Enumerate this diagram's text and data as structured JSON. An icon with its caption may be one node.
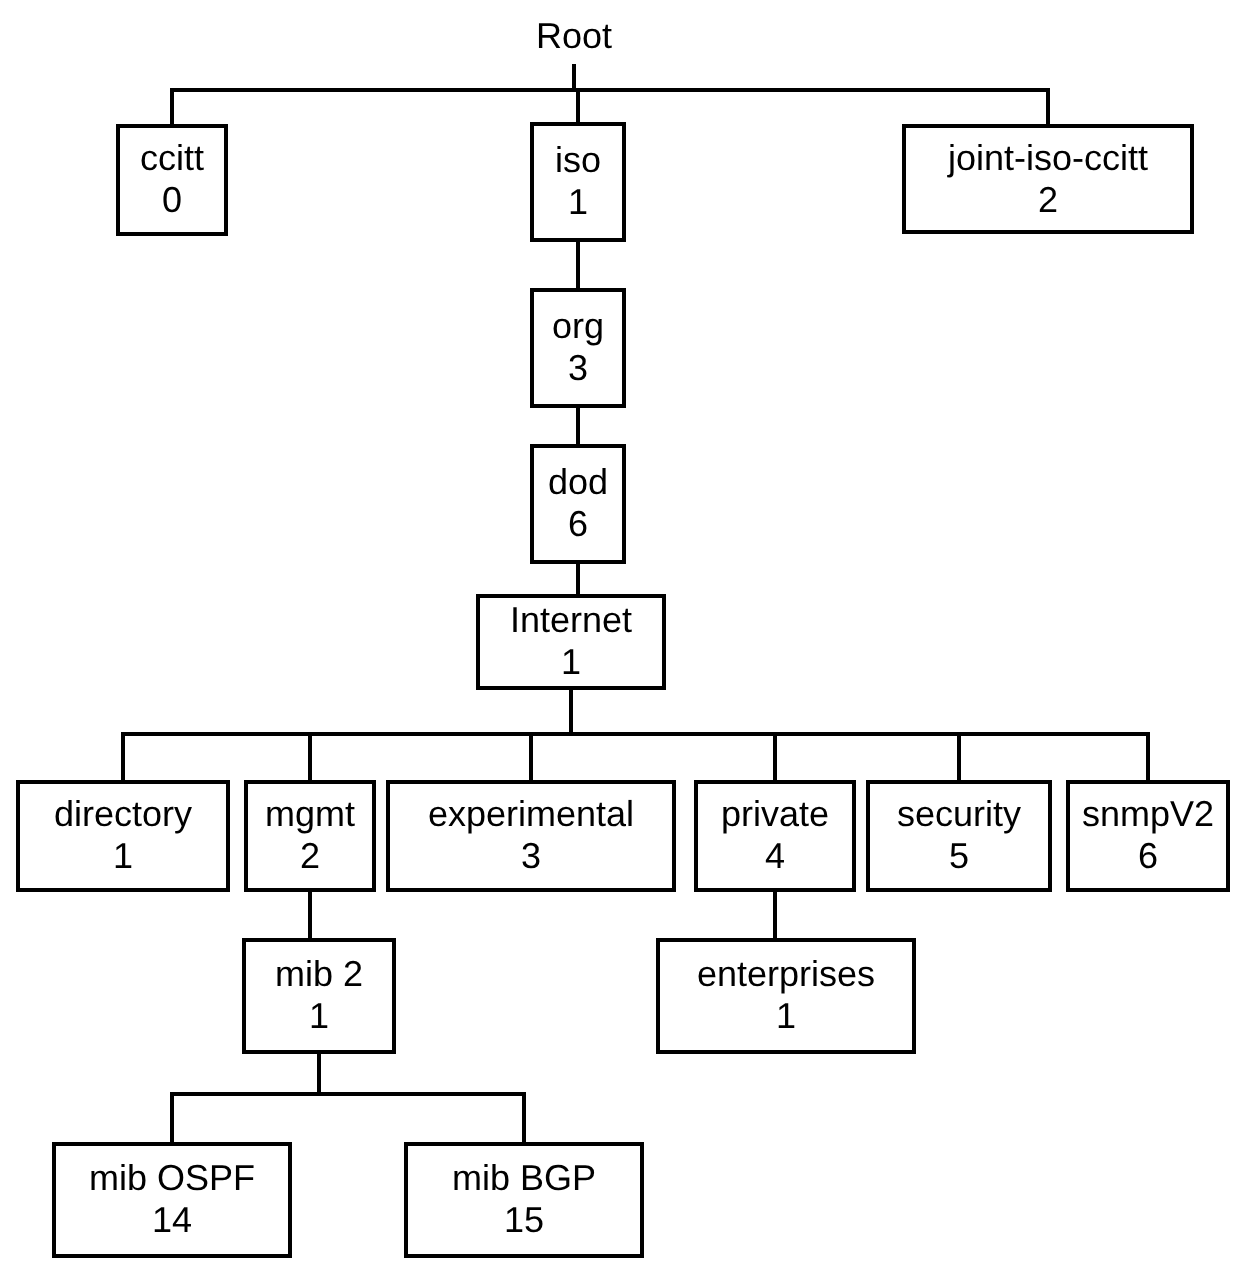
{
  "diagram": {
    "nodes": [
      {
        "text": [
          "Root"
        ]
      },
      {
        "text": [
          "ccitt",
          "0"
        ]
      },
      {
        "text": [
          "iso",
          "1"
        ]
      },
      {
        "text": [
          "joint-iso-ccitt",
          "2"
        ]
      },
      {
        "text": [
          "org",
          "3"
        ]
      },
      {
        "text": [
          "dod",
          "6"
        ]
      },
      {
        "text": [
          "Internet",
          "1"
        ]
      },
      {
        "text": [
          "directory",
          "1"
        ]
      },
      {
        "text": [
          "mgmt",
          "2"
        ]
      },
      {
        "text": [
          "experimental",
          "3"
        ]
      },
      {
        "text": [
          "private",
          "4"
        ]
      },
      {
        "text": [
          "security",
          "5"
        ]
      },
      {
        "text": [
          "snmpV2",
          "6"
        ]
      },
      {
        "text": [
          "mib 2",
          "1"
        ]
      },
      {
        "text": [
          "enterprises",
          "1"
        ]
      },
      {
        "text": [
          "mib OSPF",
          "14"
        ]
      },
      {
        "text": [
          "mib BGP",
          "15"
        ]
      }
    ],
    "edges": [
      {
        "from": 0,
        "to": 1,
        "arrow": "none"
      },
      {
        "from": 0,
        "to": 2,
        "arrow": "none"
      },
      {
        "from": 0,
        "to": 3,
        "arrow": "none"
      },
      {
        "from": 2,
        "to": 4,
        "arrow": "none"
      },
      {
        "from": 4,
        "to": 5,
        "arrow": "none"
      },
      {
        "from": 5,
        "to": 6,
        "arrow": "none"
      },
      {
        "from": 6,
        "to": 7,
        "arrow": "none"
      },
      {
        "from": 6,
        "to": 8,
        "arrow": "none"
      },
      {
        "from": 6,
        "to": 9,
        "arrow": "none"
      },
      {
        "from": 6,
        "to": 10,
        "arrow": "none"
      },
      {
        "from": 6,
        "to": 11,
        "arrow": "none"
      },
      {
        "from": 6,
        "to": 12,
        "arrow": "none"
      },
      {
        "from": 8,
        "to": 13,
        "arrow": "none"
      },
      {
        "from": 10,
        "to": 14,
        "arrow": "none"
      },
      {
        "from": 13,
        "to": 15,
        "arrow": "none"
      },
      {
        "from": 13,
        "to": 16,
        "arrow": "none"
      }
    ]
  }
}
